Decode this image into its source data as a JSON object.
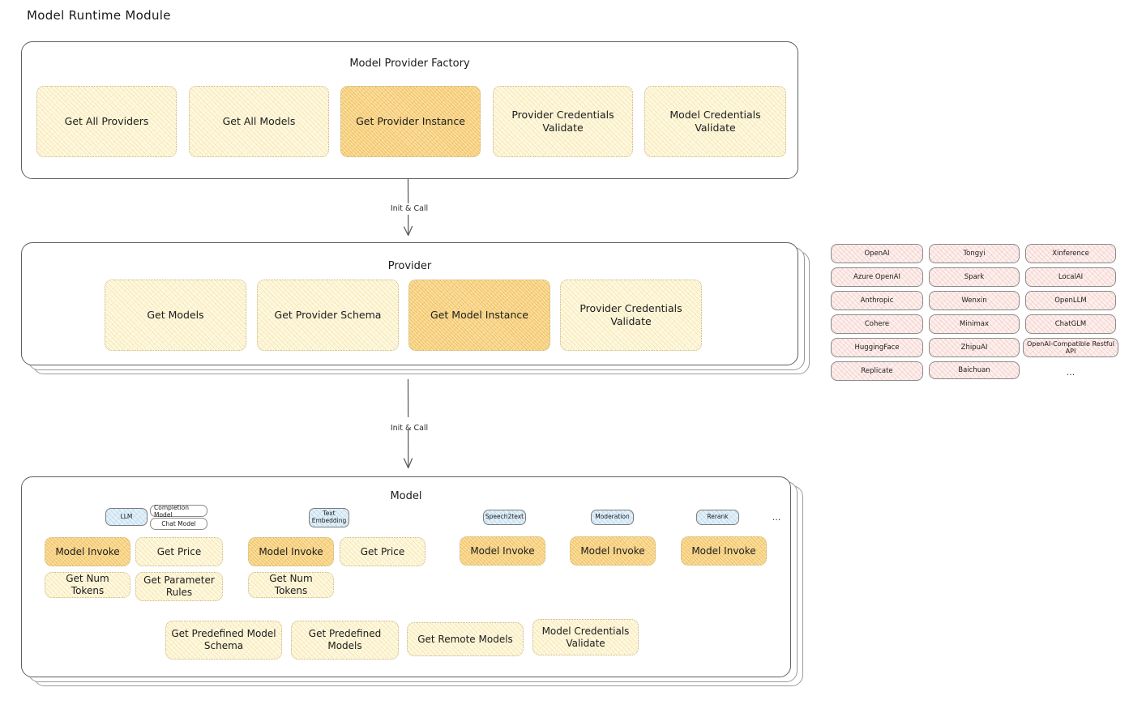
{
  "diagram": {
    "title": "Model Runtime Module",
    "colors": {
      "fill_light": "#fdf8e3",
      "fill_highlight": "#fbdf9f",
      "fill_provider": "#fdf0ee",
      "fill_badge": "#e3f1fa",
      "stroke": "#5f5f5f"
    }
  },
  "factory": {
    "title": "Model Provider Factory",
    "methods": [
      {
        "label": "Get All Providers",
        "highlight": false
      },
      {
        "label": "Get All Models",
        "highlight": false
      },
      {
        "label": "Get Provider Instance",
        "highlight": true
      },
      {
        "label": "Provider Credentials Validate",
        "highlight": false
      },
      {
        "label": "Model Credentials Validate",
        "highlight": false
      }
    ]
  },
  "edges": [
    {
      "label": "Init & Call",
      "from": "factory",
      "to": "provider"
    },
    {
      "label": "Init & Call",
      "from": "provider",
      "to": "model"
    }
  ],
  "provider": {
    "title": "Provider",
    "methods": [
      {
        "label": "Get Models",
        "highlight": false
      },
      {
        "label": "Get Provider Schema",
        "highlight": false
      },
      {
        "label": "Get Model Instance",
        "highlight": true
      },
      {
        "label": "Provider Credentials Validate",
        "highlight": false
      }
    ]
  },
  "provider_list": {
    "columns": [
      {
        "items": [
          "OpenAI",
          "Azure OpenAI",
          "Anthropic",
          "Cohere",
          "HuggingFace",
          "Replicate"
        ]
      },
      {
        "items": [
          "Tongyi",
          "Spark",
          "Wenxin",
          "Minimax",
          "ZhipuAI",
          "Baichuan"
        ]
      },
      {
        "items": [
          "Xinference",
          "LocalAI",
          "OpenLLM",
          "ChatGLM",
          "OpenAI-Compatible Restful API"
        ]
      }
    ],
    "more": "..."
  },
  "model": {
    "title": "Model",
    "more": "...",
    "groups": [
      {
        "badge": "LLM",
        "subbadges": [
          "Completion Model",
          "Chat Model"
        ],
        "methods": [
          {
            "label": "Model Invoke",
            "highlight": true
          },
          {
            "label": "Get Price",
            "highlight": false
          },
          {
            "label": "Get Num Tokens",
            "highlight": false
          },
          {
            "label": "Get Parameter Rules",
            "highlight": false
          }
        ]
      },
      {
        "badge": "Text Embedding",
        "subbadges": [],
        "methods": [
          {
            "label": "Model Invoke",
            "highlight": true
          },
          {
            "label": "Get Price",
            "highlight": false
          },
          {
            "label": "Get Num Tokens",
            "highlight": false
          }
        ]
      },
      {
        "badge": "Speech2text",
        "subbadges": [],
        "methods": [
          {
            "label": "Model Invoke",
            "highlight": true
          }
        ]
      },
      {
        "badge": "Moderation",
        "subbadges": [],
        "methods": [
          {
            "label": "Model Invoke",
            "highlight": true
          }
        ]
      },
      {
        "badge": "Rerank",
        "subbadges": [],
        "methods": [
          {
            "label": "Model Invoke",
            "highlight": true
          }
        ]
      }
    ],
    "shared_methods": [
      {
        "label": "Get Predefined Model Schema"
      },
      {
        "label": "Get Predefined Models"
      },
      {
        "label": "Get Remote Models"
      },
      {
        "label": "Model Credentials Validate"
      }
    ]
  }
}
